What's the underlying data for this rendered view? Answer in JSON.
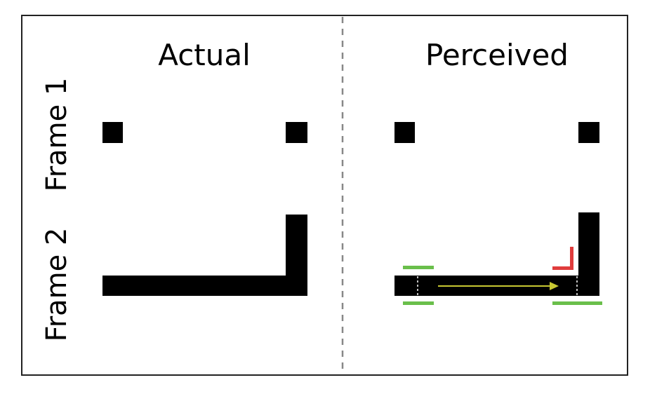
{
  "headings": {
    "left": "Actual",
    "right": "Perceived"
  },
  "rows": {
    "top": "Frame 1",
    "bottom": "Frame 2"
  },
  "colors": {
    "ink": "#000000",
    "border": "#222222",
    "divider": "#888888",
    "green_marker": "#6abf4b",
    "red_marker": "#e03c3c",
    "motion_arrow": "#c8c832"
  }
}
